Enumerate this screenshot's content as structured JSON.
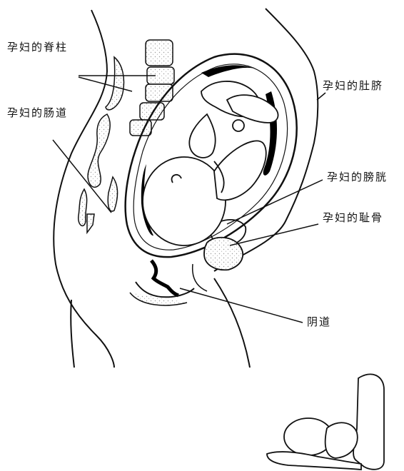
{
  "labels": {
    "spine": "孕妇的脊柱",
    "bowel": "孕妇的肠道",
    "navel": "孕妇的肚脐",
    "bladder": "孕妇的膀胱",
    "pubic_bone": "孕妇的耻骨",
    "vagina": "阴道"
  },
  "colors": {
    "ink": "#111111",
    "stipple": "#d8d8d8",
    "fluid": "#000000"
  }
}
